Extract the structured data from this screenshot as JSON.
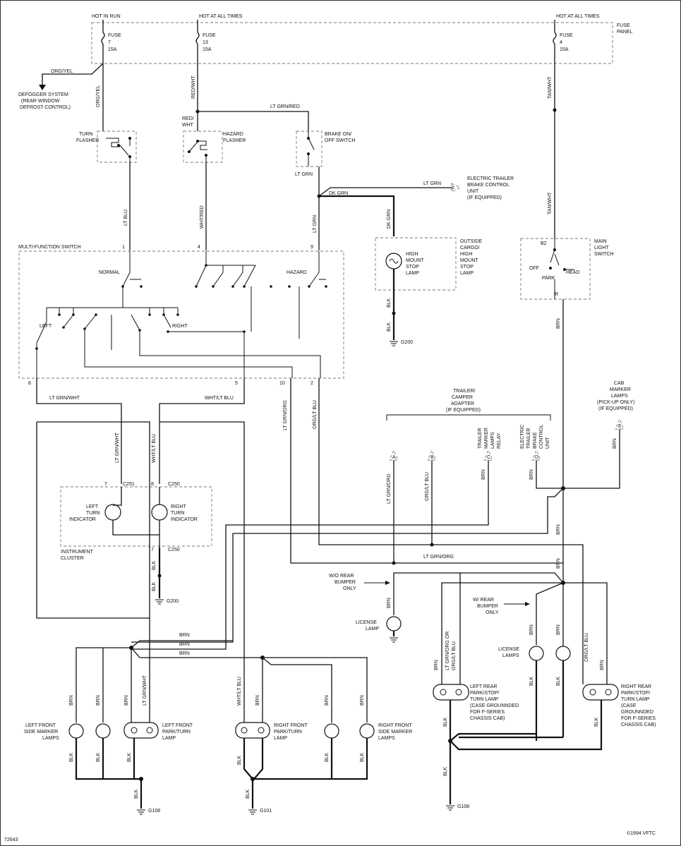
{
  "headers": {
    "hot_in_run": "HOT IN RUN",
    "hot_at_all_times_1": "HOT AT ALL TIMES",
    "hot_at_all_times_2": "HOT AT ALL TIMES",
    "fuse_panel_1": "FUSE",
    "fuse_panel_2": "PANEL"
  },
  "fuses": [
    {
      "label": "FUSE",
      "number": "7",
      "rating": "15A"
    },
    {
      "label": "FUSE",
      "number": "13",
      "rating": "15A"
    },
    {
      "label": "FUSE",
      "number": "4",
      "rating": "15A"
    }
  ],
  "defogger": [
    "DEFOGGER SYSTEM",
    "(REAR WINDOW",
    "DEFROST CONTROL)"
  ],
  "components": {
    "turn_flasher": [
      "TURN",
      "FLASHER"
    ],
    "hazard_flasher": [
      "HAZARD",
      "FLASHER"
    ],
    "brake_switch": [
      "BRAKE ON/",
      "OFF SWITCH"
    ],
    "trailer_brake": [
      "ELECTRIC TRAILER",
      "BRAKE CONTROL",
      "UNIT",
      "(IF EQUIPPED)"
    ],
    "high_mount": [
      "HIGH",
      "MOUNT",
      "STOP",
      "LAMP"
    ],
    "outside_cargo": [
      "OUTSIDE",
      "CARGO/",
      "HIGH",
      "MOUNT",
      "STOP",
      "LAMP"
    ],
    "main_light_switch": [
      "MAIN",
      "LIGHT",
      "SWITCH"
    ],
    "mls_off": "OFF",
    "mls_park": "PARK",
    "mls_head": "HEAD",
    "mls_b2": "B2",
    "mls_r": "R",
    "multi_function_switch": "MULTI-FUNCTION SWITCH",
    "mfs_normal": "NORMAL",
    "mfs_hazard": "HAZARD",
    "mfs_left": "LEFT",
    "mfs_right": "RIGHT",
    "trailer_adapter": [
      "TRAILER/",
      "CAMPER",
      "ADAPTER",
      "(IF EQUIPPED)"
    ],
    "cab_marker": [
      "CAB",
      "MARKER",
      "LAMPS",
      "(PICK-UP ONLY)",
      "(IF EQUIPPED)"
    ],
    "trailer_marker_relay": [
      "TRAILER",
      "MARKER",
      "LAMPS",
      "RELAY"
    ],
    "trailer_brake_unit": [
      "ELECTRIC",
      "TRAILER",
      "BRAKE",
      "CONTROL",
      "UNIT"
    ],
    "left_turn_ind": [
      "LEFT",
      "TURN",
      "INDICATOR"
    ],
    "right_turn_ind": [
      "RIGHT",
      "TURN",
      "INDICATOR"
    ],
    "instrument_cluster": [
      "INSTRUMENT",
      "CLUSTER"
    ],
    "wo_rear_bumper": [
      "W/O REAR",
      "BUMPER",
      "ONLY"
    ],
    "w_rear_bumper": [
      "W/ REAR",
      "BUMPER",
      "ONLY"
    ],
    "license_lamp": [
      "LICENSE",
      "LAMP"
    ],
    "license_lamps": [
      "LICENSE",
      "LAMPS"
    ],
    "left_rear_lamp": [
      "LEFT REAR",
      "PARK/STOP/",
      "TURN LAMP",
      "(CASE GROUNNDED",
      "FOR F-SERIES",
      "CHASSIS CAB)"
    ],
    "right_rear_lamp": [
      "RIGHT REAR",
      "PARK/STOP/",
      "TURN LAMP",
      "(CASE",
      "GROUNNDED",
      "FOR F-SERIES",
      "CHASSIS CAB)"
    ],
    "left_front_side": [
      "LEFT FRONT",
      "SIDE MARKER",
      "LAMPS"
    ],
    "left_front_park": [
      "LEFT FRONT",
      "PARK/TURN",
      "LAMP"
    ],
    "right_front_park": [
      "RIGHT FRONT",
      "PARK/TURN",
      "LAMP"
    ],
    "right_front_side": [
      "RIGHT FRONT",
      "SIDE MARKER",
      "LAMPS"
    ]
  },
  "wires": {
    "org_yel": "ORG/YEL",
    "red_wht": "RED/WHT",
    "red_wht_split": [
      "RED/",
      "WHT"
    ],
    "lt_grn_red": "LT GRN/RED",
    "tan_wht": "TAN/WHT",
    "lt_grn": "LT GRN",
    "dk_grn": "DK GRN",
    "lt_blu": "LT BLU",
    "wht_red": "WHT/RED",
    "blk": "BLK",
    "brn": "BRN",
    "lt_grn_wht": "LT GRN/WHT",
    "wht_lt_blu": "WHT/LT BLU",
    "lt_grn_org": "LT GRN/ORG",
    "org_lt_blu": "ORG/LT BLU",
    "lt_grn_org_or": "LT GRN/ORG OR",
    "org_lt_blu_2": "ORG/LT BLU"
  },
  "pins": {
    "mfs_1": "1",
    "mfs_4": "4",
    "mfs_9": "9",
    "mfs_8": "8",
    "mfs_5": "5",
    "mfs_10": "10",
    "mfs_2": "2",
    "ic_7a": "7",
    "ic_8": "8",
    "ic_7b": "7"
  },
  "connectors": {
    "c251": "C251",
    "c250a": "C250",
    "c250b": "C250",
    "a": "A",
    "b": "B",
    "c": "C",
    "d": "D",
    "e": "E",
    "f": "F"
  },
  "grounds": {
    "g200a": "G200",
    "g200b": "G200",
    "g108a": "G108",
    "g101": "G101",
    "g108b": "G108"
  },
  "footer": {
    "figure_number": "72643",
    "copyright": "©1994 VFTC"
  }
}
